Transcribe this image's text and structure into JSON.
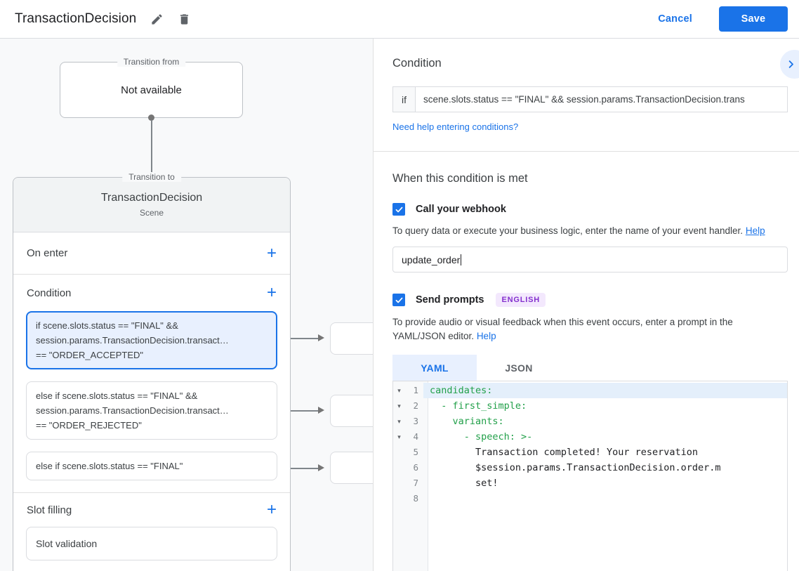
{
  "header": {
    "title": "TransactionDecision",
    "cancel_label": "Cancel",
    "save_label": "Save"
  },
  "flow": {
    "transition_from": {
      "legend": "Transition from",
      "content": "Not available"
    },
    "transition_to": {
      "legend": "Transition to",
      "title": "TransactionDecision",
      "type_label": "Scene",
      "on_enter_label": "On enter",
      "condition_label": "Condition",
      "condition_items": [
        {
          "lines": [
            "if scene.slots.status == \"FINAL\" &&",
            "session.params.TransactionDecision.transact…",
            "== \"ORDER_ACCEPTED\""
          ]
        },
        {
          "lines": [
            "else if scene.slots.status == \"FINAL\" &&",
            "session.params.TransactionDecision.transact…",
            "== \"ORDER_REJECTED\""
          ]
        },
        {
          "lines": [
            "else if scene.slots.status == \"FINAL\""
          ]
        }
      ],
      "slot_filling_label": "Slot filling",
      "slot_card_label": "Slot validation"
    }
  },
  "panel": {
    "condition": {
      "title": "Condition",
      "if_label": "if",
      "expression": "scene.slots.status == \"FINAL\" && session.params.TransactionDecision.trans",
      "help_link": "Need help entering conditions?"
    },
    "when_met": {
      "title": "When this condition is met",
      "webhook": {
        "label": "Call your webhook",
        "description": "To query data or execute your business logic, enter the name of your event handler.",
        "help_label": "Help",
        "value": "update_order"
      },
      "prompts": {
        "label": "Send prompts",
        "badge": "ENGLISH",
        "description": "To provide audio or visual feedback when this event occurs, enter a prompt in the YAML/JSON editor.",
        "help_label": "Help",
        "tab_yaml": "YAML",
        "tab_json": "JSON"
      }
    },
    "editor": {
      "lines": [
        {
          "num": "1",
          "code": "candidates:"
        },
        {
          "num": "2",
          "code": "  - first_simple:"
        },
        {
          "num": "3",
          "code": "    variants:"
        },
        {
          "num": "4",
          "code": "      - speech: >-"
        },
        {
          "num": "5",
          "code": "        Transaction completed! Your reservation"
        },
        {
          "num": "6",
          "code": "        $session.params.TransactionDecision.order.m"
        },
        {
          "num": "7",
          "code": "        set!"
        },
        {
          "num": "8",
          "code": ""
        }
      ]
    }
  },
  "icons": {
    "plus": "+",
    "fold": "▾"
  }
}
